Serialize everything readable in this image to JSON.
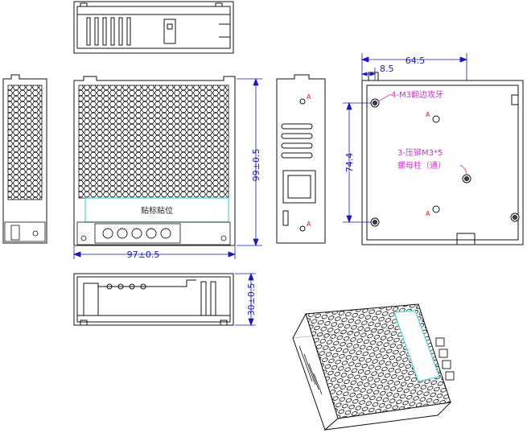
{
  "dimensions": {
    "width_front": "97±0.5",
    "height_front": "99±0.5",
    "depth_bottom": "30±0.5",
    "mount_spacing_x": "64.5",
    "mount_offset_x": "8.5",
    "mount_spacing_y": "74.4"
  },
  "notes": {
    "tapped_holes": "4-M3翻边攻牙",
    "standoffs_line1": "3-压铆M3*5",
    "standoffs_line2": "螺母柱（通）",
    "label_area": "贴标贴位",
    "hole_mark": "A"
  },
  "colors": {
    "outline": "#111111",
    "dimension": "#1a1ab0",
    "annotation": "#cc33cc",
    "label_area": "#55d0d8",
    "marker": "#dd2222"
  }
}
